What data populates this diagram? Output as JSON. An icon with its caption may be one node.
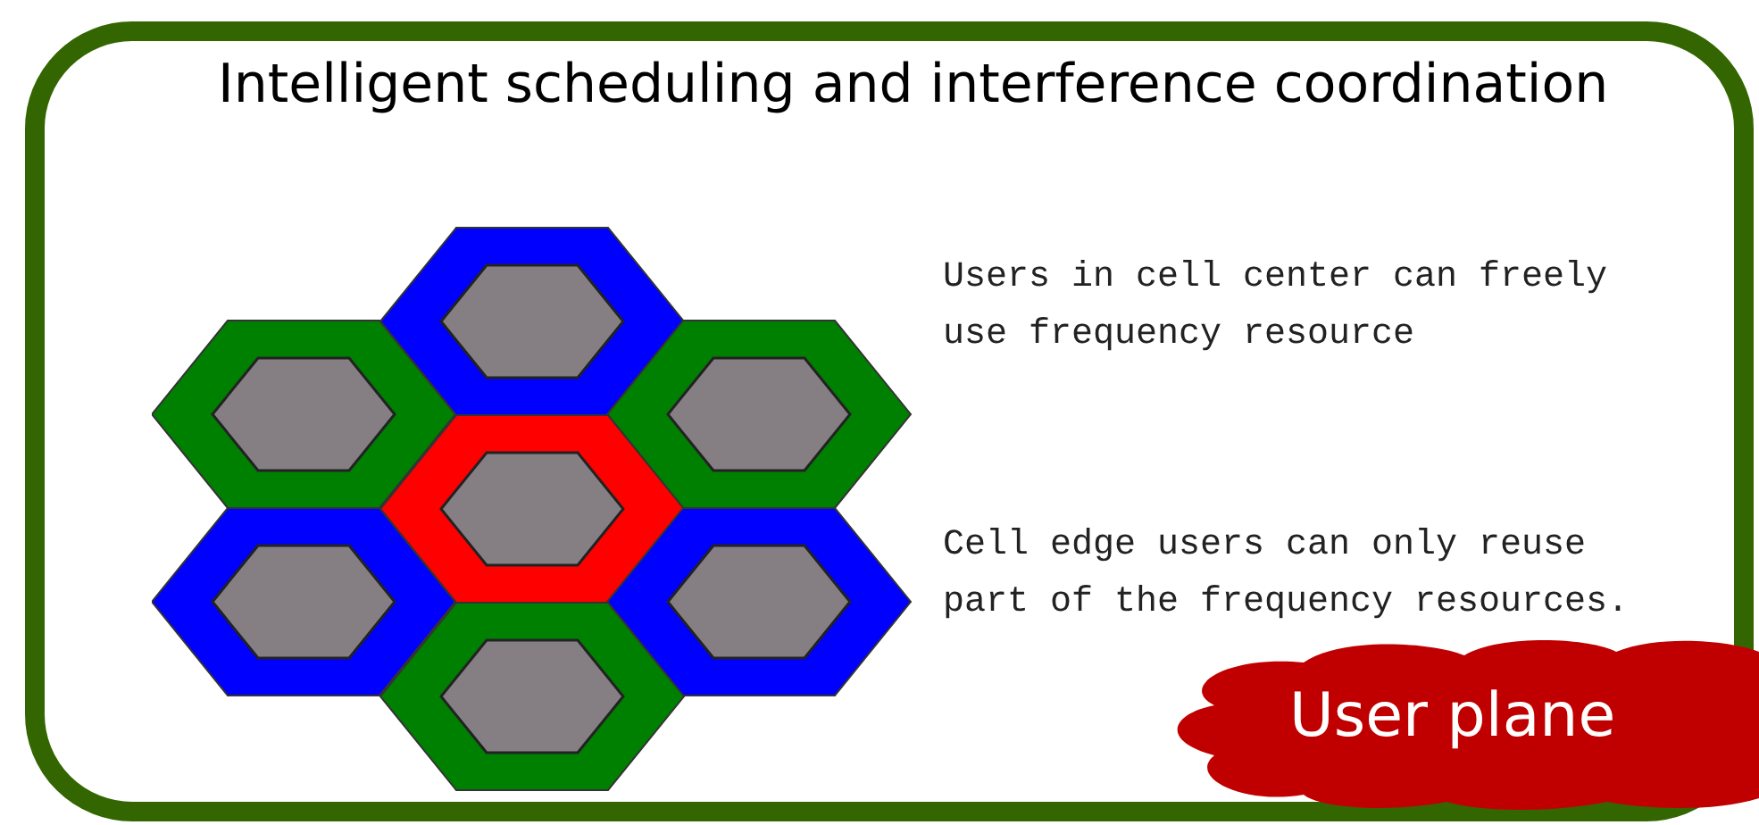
{
  "diagram": {
    "title": "Intelligent scheduling and interference coordination",
    "nodes": [
      {
        "text": [
          "User plane"
        ]
      }
    ],
    "edges": [],
    "labels": [
      "Users in cell center can freely use frequency resource",
      "Cell edge users can only reuse part of the frequency resources."
    ]
  }
}
